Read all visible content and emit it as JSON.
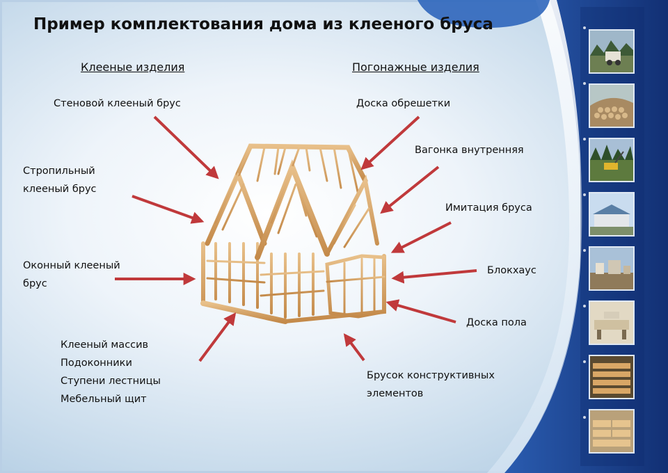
{
  "title": "Пример комплектования дома из клееного бруса",
  "left_heading": "Клееные изделия",
  "right_heading": "Погонажные изделия",
  "left_labels": {
    "wall_beam": "Стеновой клееный брус",
    "rafter_line1": "Стропильный",
    "rafter_line2": "клееный брус",
    "window_line1": "Оконный клееный",
    "window_line2": "брус",
    "misc": [
      "Клееный массив",
      "Подоконники",
      "Ступени лестницы",
      "Мебельный щит"
    ]
  },
  "right_labels": {
    "lathing": "Доска обрешетки",
    "lining": "Вагонка внутренняя",
    "imitation": "Имитация бруса",
    "blockhouse": "Блокхаус",
    "floor": "Доска пола",
    "bar_line1": "Брусок конструктивных",
    "bar_line2": "элементов"
  },
  "colors": {
    "arrow": "#c0393b",
    "sidebar": "#1b3f8f",
    "timber": "#d9a766"
  }
}
